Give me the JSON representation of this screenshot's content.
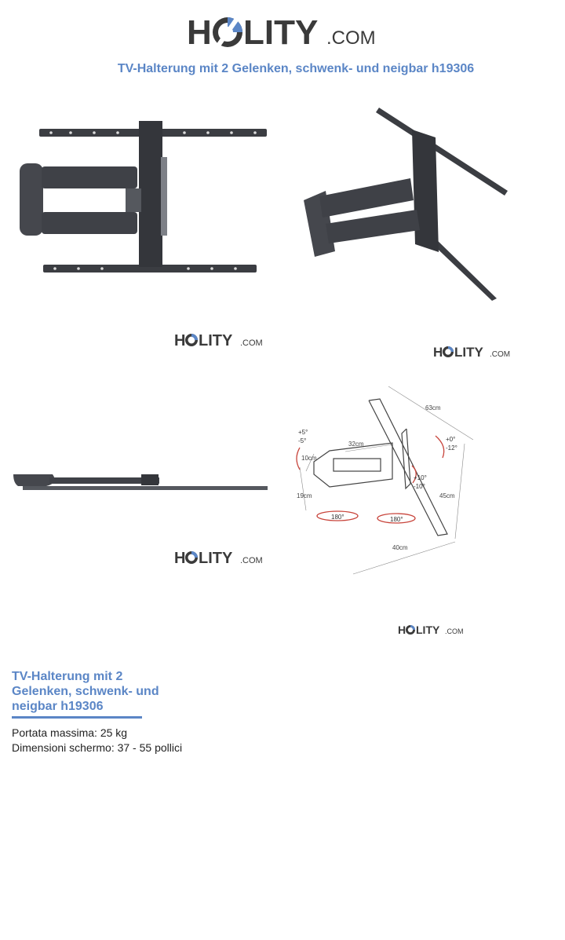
{
  "header": {
    "logo": {
      "brand_left": "H",
      "brand_right": "LITY",
      "suffix": ".COM"
    },
    "title": "TV-Halterung mit 2 Gelenken, schwenk- und neigbar h19306"
  },
  "images": [
    {
      "name": "front-view",
      "watermark": {
        "brand_left": "H",
        "brand_right": "LITY",
        "suffix": ".COM"
      }
    },
    {
      "name": "angled-view",
      "watermark": {
        "brand_left": "H",
        "brand_right": "LITY",
        "suffix": ".COM"
      }
    },
    {
      "name": "side-view",
      "watermark": {
        "brand_left": "H",
        "brand_right": "LITY",
        "suffix": ".COM"
      }
    },
    {
      "name": "dimension-diagram",
      "watermark": {
        "brand_left": "H",
        "brand_right": "LITY",
        "suffix": ".COM"
      }
    }
  ],
  "diagram": {
    "labels": {
      "width_63": "63cm",
      "arm_32": "32cm",
      "depth_10": "10cm",
      "height_19": "19cm",
      "height_45": "45cm",
      "width_40": "40cm",
      "swivel_a": "180°",
      "swivel_b": "180°",
      "tilt_plus5": "+5°",
      "tilt_minus5": "-5°",
      "tilt_plus0": "+0°",
      "tilt_minus12": "-12°",
      "tilt_plus10": "+10°",
      "tilt_minus10": "-10°"
    }
  },
  "product": {
    "title": "TV-Halterung mit 2 Gelenken, schwenk- und neigbar h19306",
    "specs": [
      "Portata massima: 25 kg",
      "Dimensioni schermo: 37 - 55 pollici"
    ]
  },
  "colors": {
    "accent": "#5b86c6",
    "logo_dark": "#3a3a3a",
    "product_metal": "#3b3d42",
    "arrow_red": "#c8453c"
  }
}
